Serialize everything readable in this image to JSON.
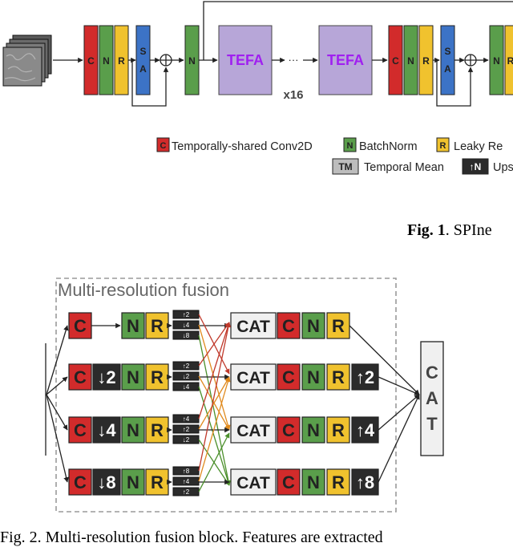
{
  "top_diagram": {
    "labels": {
      "conv": "C",
      "norm": "N",
      "relu": "R",
      "sa_s": "S",
      "sa_a": "A",
      "tefa": "TEFA",
      "ellipsis": "···",
      "repeat": "x16"
    },
    "legend": {
      "conv": "Temporally-shared Conv2D",
      "norm": "BatchNorm",
      "relu": "Leaky Re",
      "mean_tag": "TM",
      "mean": "Temporal Mean",
      "up_tag": "↑N",
      "up": "Ups"
    }
  },
  "fig1_caption": {
    "label": "Fig. 1",
    "text": ". SPIne"
  },
  "fusion": {
    "title": "Multi-resolution fusion",
    "rows": [
      {
        "down": "",
        "slots": [
          "↑2",
          "↓4",
          "↓8"
        ],
        "up": ""
      },
      {
        "down": "↓2",
        "slots": [
          "↑2",
          "↓2",
          "↓4"
        ],
        "up": "↑2"
      },
      {
        "down": "↓4",
        "slots": [
          "↑4",
          "↑2",
          "↓2"
        ],
        "up": "↑4"
      },
      {
        "down": "↓8",
        "slots": [
          "↑8",
          "↑4",
          "↑2"
        ],
        "up": "↑8"
      }
    ],
    "cat": "CAT",
    "final": [
      "C",
      "A",
      "T"
    ]
  },
  "fig2_caption": {
    "text": "Fig. 2. Multi-resolution fusion block. Features are extracted"
  },
  "colors": {
    "conv": "#d22b2b",
    "norm": "#5a9e4b",
    "relu": "#f0c22e",
    "sa": "#3c73c6",
    "tefa": "#b7a6d8",
    "tefa_text": "#a020f0",
    "dark": "#2b2b2b",
    "cat_bg": "#f0f0f0",
    "arrow_red": "#c0392b",
    "arrow_orange": "#e08a1e",
    "arrow_green": "#4a8f2a"
  }
}
